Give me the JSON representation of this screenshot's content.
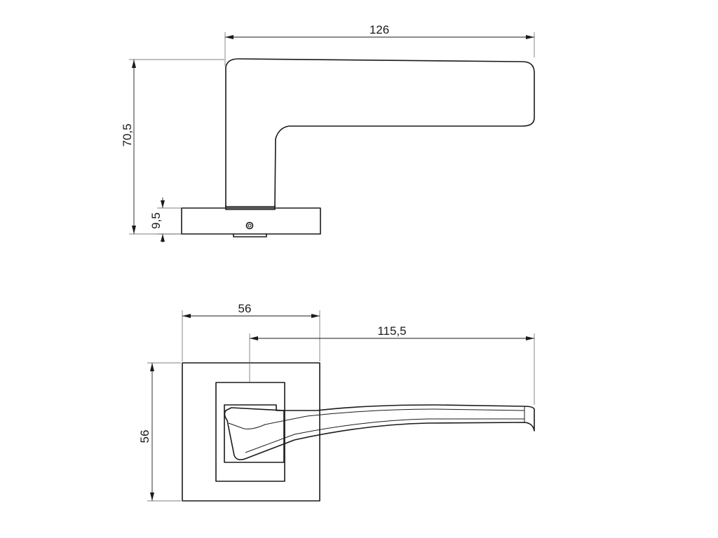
{
  "dimensions": {
    "side_length": "126",
    "side_height": "70,5",
    "rosette_thickness": "9,5",
    "top_rosette_width": "56",
    "top_handle_length": "115,5",
    "top_rosette_height": "56"
  },
  "colors": {
    "line": "#1a1a1a",
    "background": "#ffffff"
  }
}
